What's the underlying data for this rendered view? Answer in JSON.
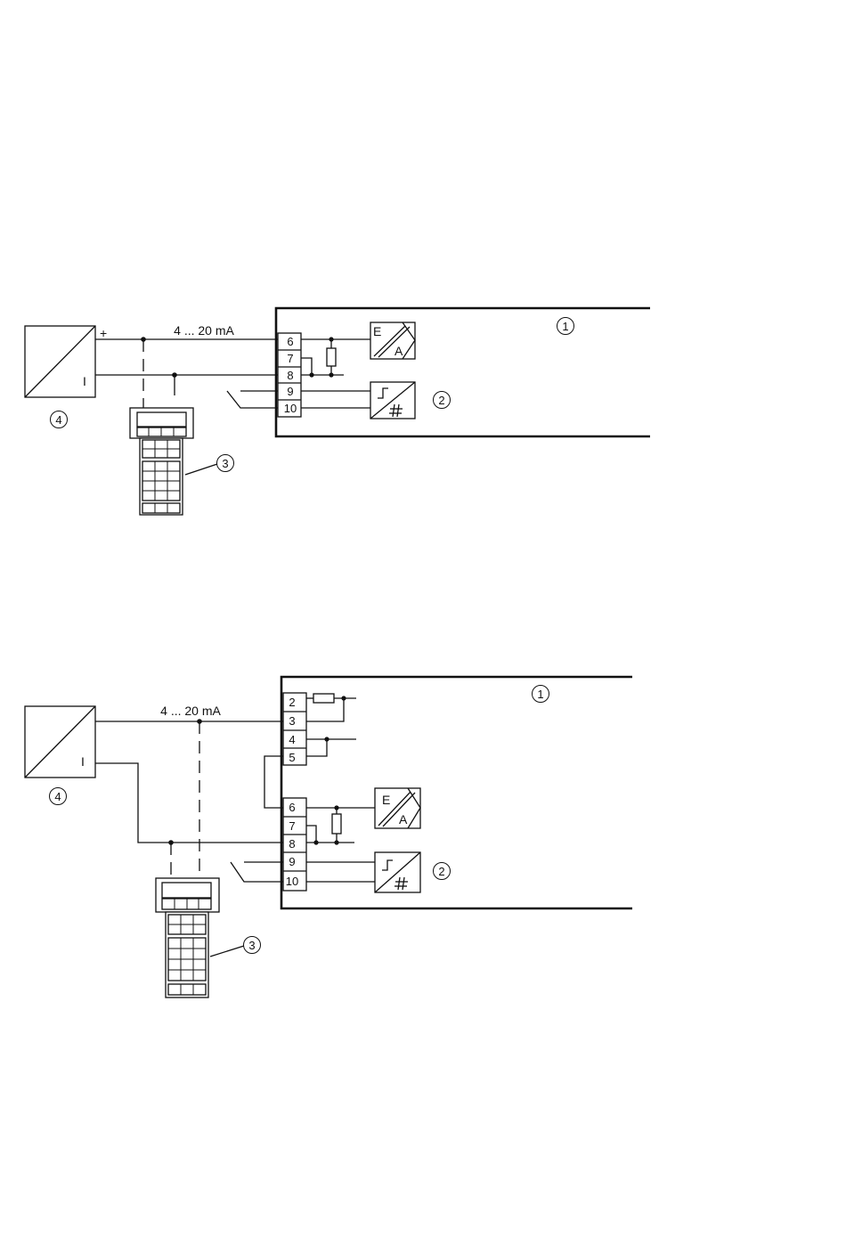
{
  "diagram_top": {
    "current_label": "4 ... 20 mA",
    "plus_sign": "+",
    "transmitter_mark": "I",
    "terminals": [
      "6",
      "7",
      "8",
      "9",
      "10"
    ],
    "converter_top_letter": "E",
    "converter_bottom_letter": "A",
    "callouts": [
      "1",
      "2",
      "3",
      "4"
    ]
  },
  "diagram_bottom": {
    "current_label": "4 ... 20 mA",
    "transmitter_mark": "I",
    "terminals_upper": [
      "2",
      "3",
      "4",
      "5"
    ],
    "terminals_lower": [
      "6",
      "7",
      "8",
      "9",
      "10"
    ],
    "converter_top_letter": "E",
    "converter_bottom_letter": "A",
    "callouts": [
      "1",
      "2",
      "3",
      "4"
    ]
  },
  "icons": [
    "hart-communicator-icon",
    "ea-converter-icon",
    "digital-converter-icon",
    "transmitter-icon",
    "resistor-icon"
  ]
}
